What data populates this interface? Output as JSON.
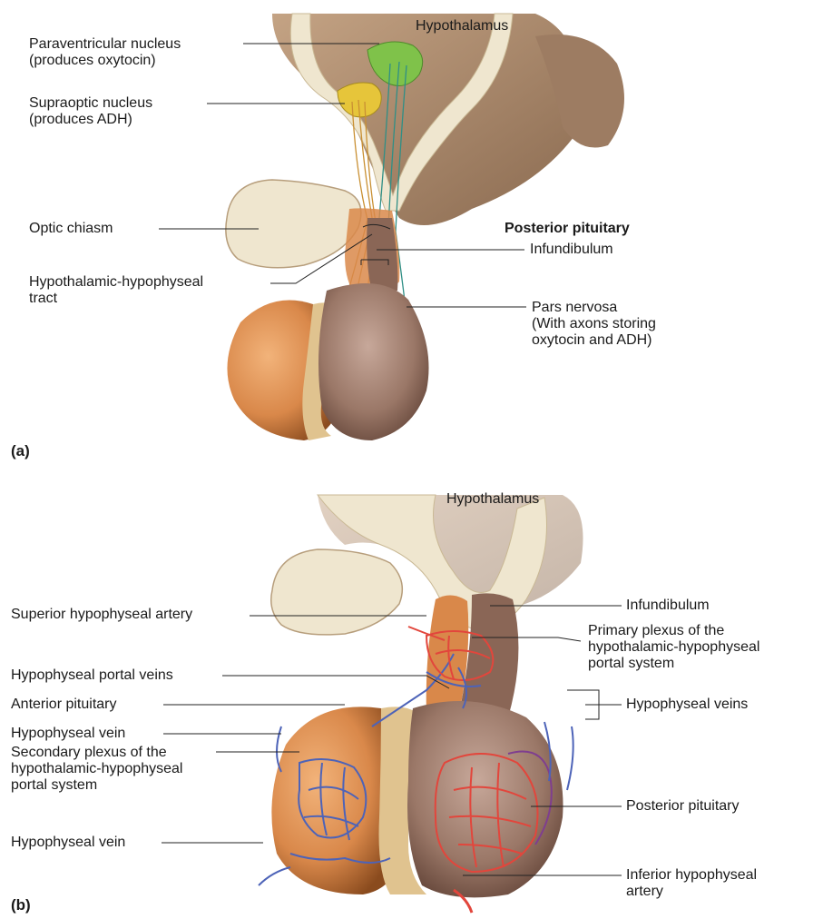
{
  "panel_a": {
    "tag": "(a)",
    "labels": {
      "hypothalamus": "Hypothalamus",
      "paraventricular": "Paraventricular nucleus\n(produces oxytocin)",
      "supraoptic": "Supraoptic nucleus\n(produces ADH)",
      "optic_chiasm": "Optic chiasm",
      "tract": "Hypothalamic-hypophyseal\ntract",
      "posterior_pituitary": "Posterior pituitary",
      "infundibulum": "Infundibulum",
      "pars_nervosa": "Pars nervosa\n(With axons storing\noxytocin and ADH)"
    }
  },
  "panel_b": {
    "tag": "(b)",
    "labels": {
      "hypothalamus": "Hypothalamus",
      "superior_artery": "Superior hypophyseal artery",
      "portal_veins": "Hypophyseal portal veins",
      "anterior_pituitary": "Anterior pituitary",
      "hypophyseal_vein_upper": "Hypophyseal vein",
      "secondary_plexus": "Secondary plexus of the\nhypothalamic-hypophyseal\nportal system",
      "hypophyseal_vein_lower": "Hypophyseal vein",
      "infundibulum": "Infundibulum",
      "primary_plexus": "Primary plexus of the\nhypothalamic-hypophyseal\nportal system",
      "hypophyseal_veins": "Hypophyseal veins",
      "posterior_pituitary": "Posterior pituitary",
      "inferior_artery": "Inferior hypophyseal\nartery"
    }
  },
  "colors": {
    "hypothalamus": "#efe6cf",
    "brain_tissue": "#a9886b",
    "anterior_lobe": "#d9884a",
    "posterior_lobe": "#9a7767",
    "paraventricular_nucleus": "#7fc24a",
    "supraoptic_nucleus": "#e6c53a",
    "artery": "#e2463c",
    "vein": "#4d63b8"
  }
}
